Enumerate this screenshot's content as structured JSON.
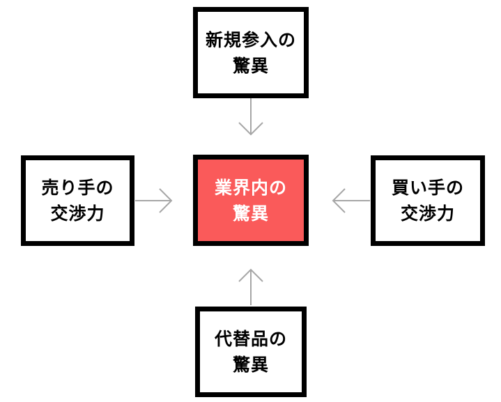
{
  "colors": {
    "background": "#FFFFFF",
    "box_fill": "#FFFFFF",
    "box_border": "#000000",
    "box_text": "#000000",
    "center_fill": "#FA5A5A",
    "center_text": "#FFFFFF",
    "arrow": "#A6A6A6"
  },
  "boxes": {
    "top": {
      "line1": "新規参入の",
      "line2": "驚異"
    },
    "left": {
      "line1": "売り手の",
      "line2": "交渉力"
    },
    "center": {
      "line1": "業界内の",
      "line2": "驚異"
    },
    "right": {
      "line1": "買い手の",
      "line2": "交渉力"
    },
    "bottom": {
      "line1": "代替品の",
      "line2": "驚異"
    }
  },
  "arrows": [
    {
      "name": "top-to-center",
      "direction": "down"
    },
    {
      "name": "left-to-center",
      "direction": "right"
    },
    {
      "name": "right-to-center",
      "direction": "left"
    },
    {
      "name": "bottom-to-center",
      "direction": "up"
    }
  ]
}
